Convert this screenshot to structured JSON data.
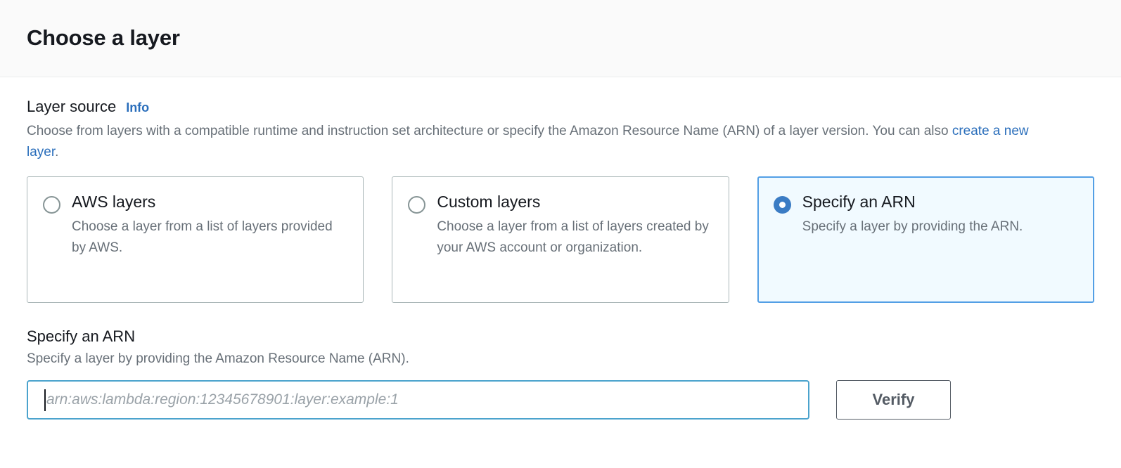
{
  "header": {
    "title": "Choose a layer"
  },
  "layer_source": {
    "label": "Layer source",
    "info_link": "Info",
    "description_before_link": "Choose from layers with a compatible runtime and instruction set architecture or specify the Amazon Resource Name (ARN) of a layer version. You can also ",
    "description_link": "create a new layer",
    "description_after_link": ".",
    "options": [
      {
        "title": "AWS layers",
        "description": "Choose a layer from a list of layers provided by AWS.",
        "selected": false
      },
      {
        "title": "Custom layers",
        "description": "Choose a layer from a list of layers created by your AWS account or organization.",
        "selected": false
      },
      {
        "title": "Specify an ARN",
        "description": "Specify a layer by providing the ARN.",
        "selected": true
      }
    ]
  },
  "arn_section": {
    "title": "Specify an ARN",
    "description": "Specify a layer by providing the Amazon Resource Name (ARN).",
    "input_value": "",
    "input_placeholder": "arn:aws:lambda:region:12345678901:layer:example:1",
    "verify_label": "Verify"
  },
  "colors": {
    "accent_blue": "#2a6ebb",
    "selected_tile_bg": "#f1faff",
    "selected_tile_border": "#539fe5",
    "radio_selected": "#3b7cc4",
    "input_focus_border": "#4ba3cd",
    "button_border": "#545b64",
    "muted_text": "#687078",
    "header_bg": "#fafafa"
  }
}
